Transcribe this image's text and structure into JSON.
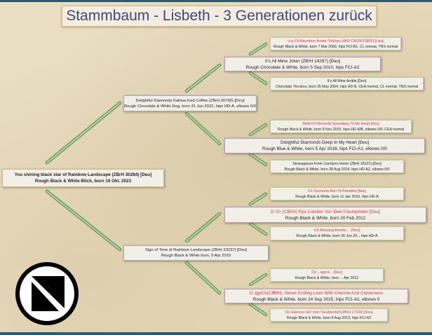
{
  "title": "Stammbaum - Lisbeth - 3 Generationen zurück",
  "colors": {
    "champion_name": "#e8303f",
    "title_text": "#3d4a78",
    "connector": "#9fd08f",
    "frame_bar": "#2f5a70"
  },
  "gen1": {
    "name": "You shining black star of Rainbow Landscape (ZBrH 30284) [Deu]",
    "details": "Rough Black & White Bitch, born 19 Okt. 2023"
  },
  "gen2": [
    {
      "name": "Delightful Diamonds Kahlua Iced Coffee (ZBrH 26765) [Deu]",
      "details": "Rough Chocolate & White Dog, born 31 Jan 2022, hips HD-A, elbows 0/0"
    },
    {
      "name": "Sign of Time of Rainbow Landscape (ZBrH 23237) [Deu]",
      "details": "Rough Black & White born, 9 Apr 2019"
    }
  ],
  "gen3": [
    {
      "name": "It's All Mine Joker (ZBrH 14267) [Deu]",
      "details": "Rough Chocolate & White, born 5 Sep 2010, hips FCI-A2"
    },
    {
      "name": "Delightful Diamonds Deep In My Heart [Deu]",
      "details": "Rough Blue & White, born 5 Apr 2018, hips FCI-A1, elbows 0/0"
    },
    {
      "name": "D Ch (CfBrH) Eye Catcher Von Den Traumpfoten [Deu]",
      "details": "Rough Black & White, born 20 Feb 2012"
    },
    {
      "name": "D JgdCh(CfBrH), Never Ending Love With Charme And Cleverness",
      "details": "Rough Black & White, born 24 Sep 2015, hips FCI-A1, elbows 0"
    }
  ],
  "gen4": [
    {
      "name": "Lux Ch Bayshore Avatar Tobiano (AKC DN25572802) [Usa]",
      "details": "Rough Black & White, born 7 Mar 2009, hips FCI-B1, CL normal, TNS normal"
    },
    {
      "name": "It's All Mine Amble [Deu]",
      "details": "Chocolate Tricolour, born 25 May 2004, hips HD-B, CEA normal, CL normal, TNS normal"
    },
    {
      "name": "Multi Ch Merrinda Speedway To My Heart [Aus]",
      "details": "Rough Black & White, born 8 Nov 2015, hips HD-A/B, elbows 0/0, CEA normal"
    },
    {
      "name": "Xtravaganza From Carolyns Home (ZBrH 18321) [Deu]",
      "details": "Rough Black & White, born 28 Aug 2014, hips HD-A2, elbows 0/0"
    },
    {
      "name": "Ch Trucharm Run To Paradise [Aus]",
      "details": "Rough Black & White, born 11 Jan 2010, hips HD-A"
    },
    {
      "name": "Ch Amazing Arusha ... [Deu]",
      "details": "Rough Black & White, born 26 Jun 20.., hips HD-A"
    },
    {
      "name": "Ch ...agent... [Deu]",
      "details": "Rough Black & White, born ... Apr 2012"
    },
    {
      "name": "Ch Glamour Girl Vom Skuddenhof (ZBrH 17134) [Deu]",
      "details": "Rough Black & White, born 8 Aug 2013, hips FCI-A2"
    }
  ]
}
